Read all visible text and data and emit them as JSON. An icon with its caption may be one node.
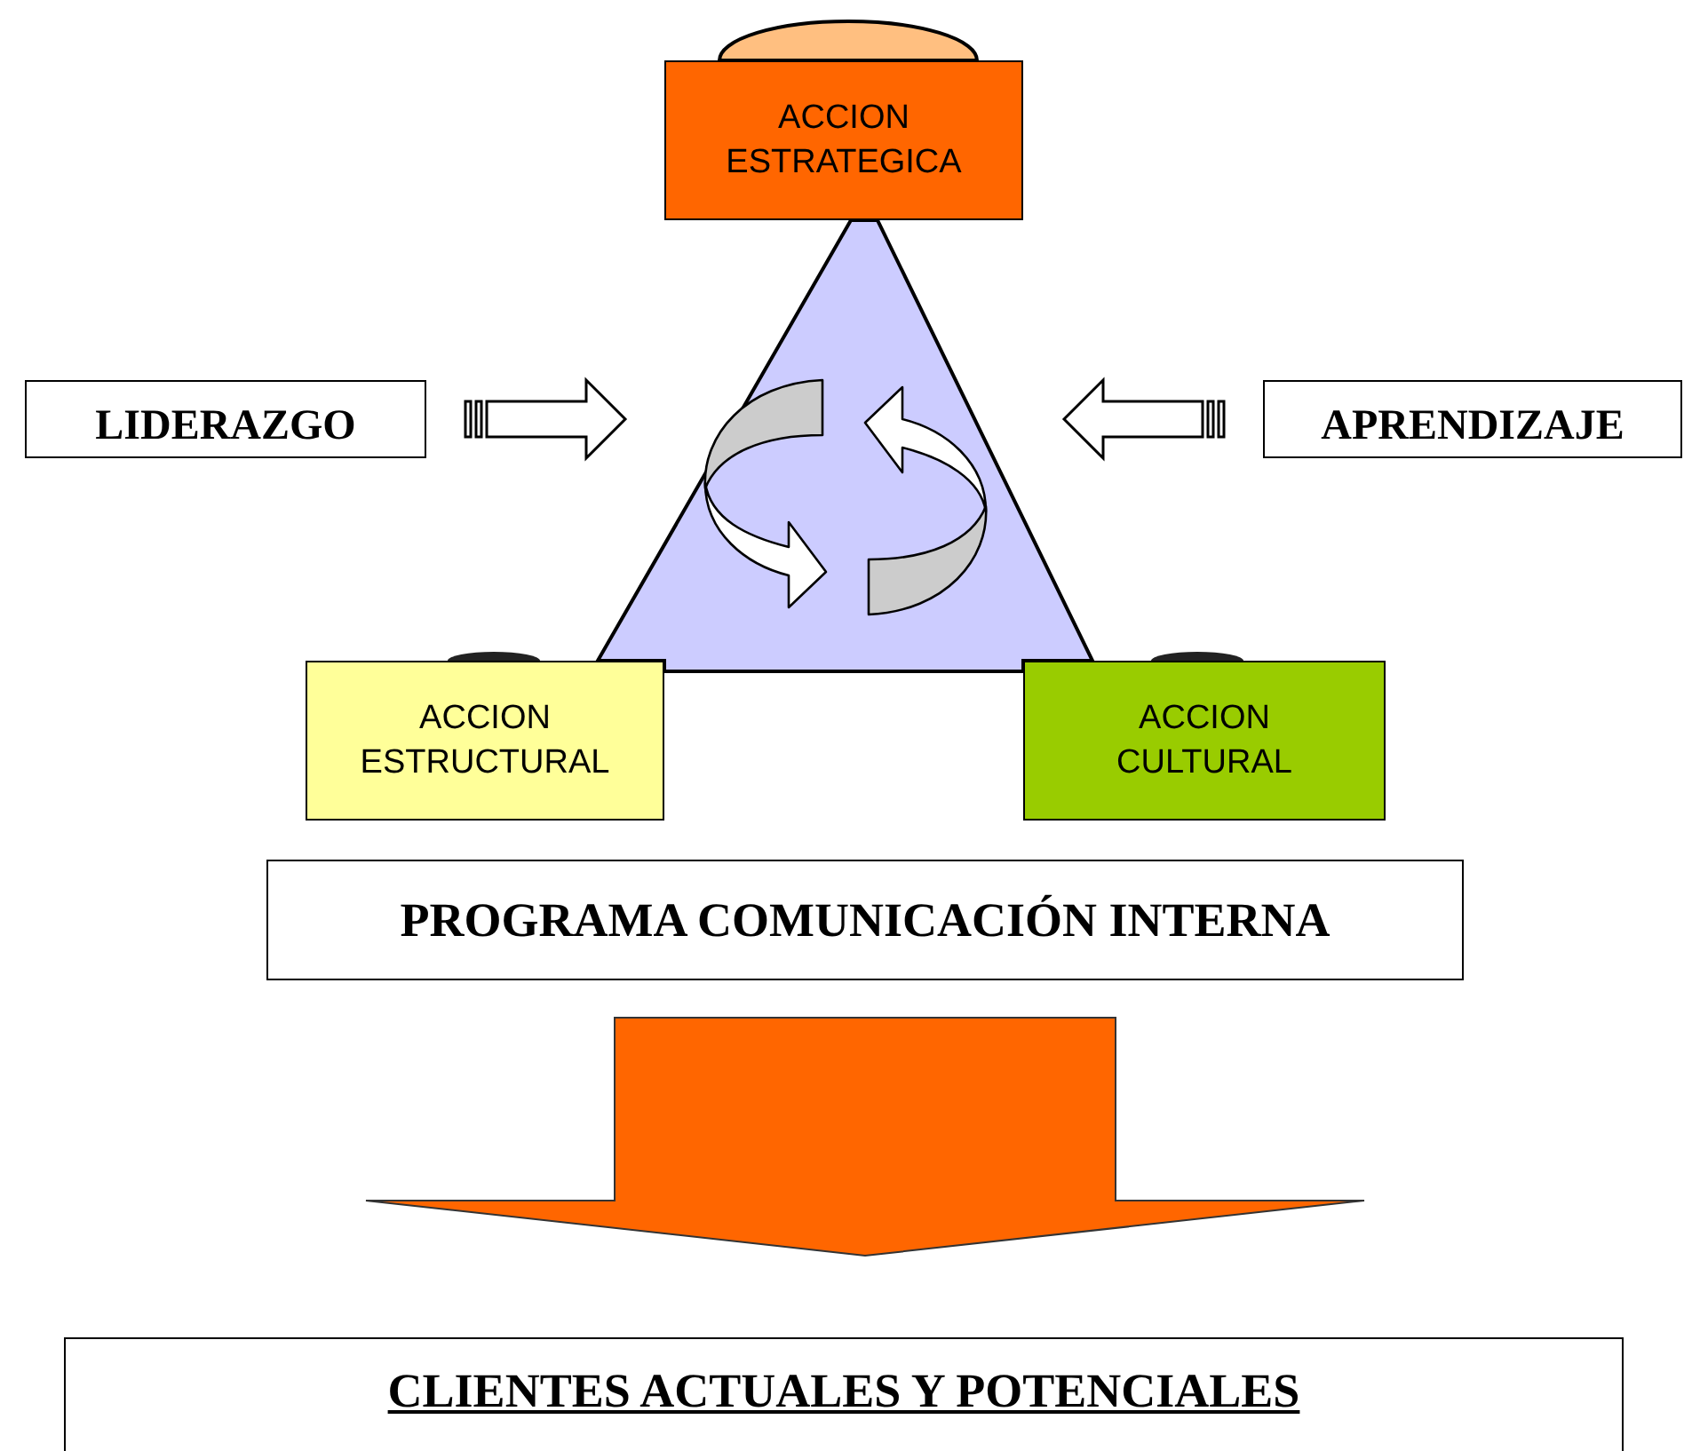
{
  "diagram": {
    "nodes": [
      {
        "text": [],
        "shape": "oval"
      },
      {
        "text": [
          "ACCION ESTRATEGICA"
        ]
      },
      {
        "text": [
          "LIDERAZGO"
        ]
      },
      {
        "text": [],
        "shape": "triangle"
      },
      {
        "text": [
          "APRENDIZAJE"
        ]
      },
      {
        "text": [],
        "shape": "oval"
      },
      {
        "text": [],
        "shape": "oval"
      },
      {
        "text": [
          "ACCION ESTRUCTURAL"
        ]
      },
      {
        "text": [
          "ACCION CULTURAL"
        ]
      },
      {
        "text": [
          "PROGRAMA COMUNICACIÓN INTERNA"
        ]
      },
      {
        "text": [
          "CLIENTES ACTUALES Y POTENCIALES"
        ]
      }
    ],
    "edges": [
      {
        "from": 2,
        "to": 3,
        "arrow": "to"
      },
      {
        "from": 4,
        "to": 3,
        "arrow": "to"
      },
      {
        "from": 9,
        "to": 10,
        "arrow": "to",
        "style": "thick",
        "color": "#ff6600"
      }
    ]
  }
}
